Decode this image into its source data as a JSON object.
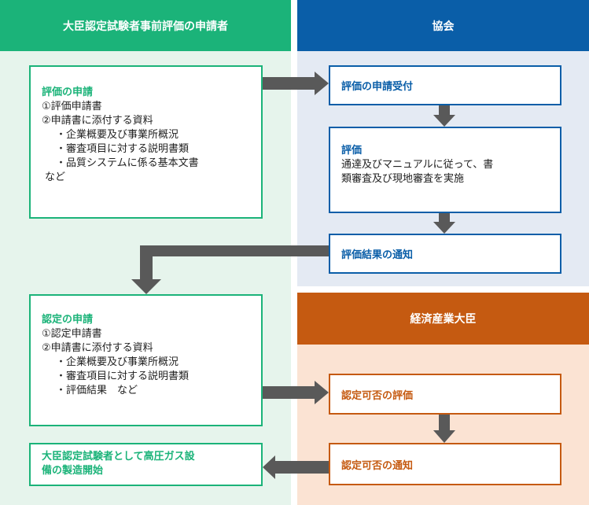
{
  "headers": {
    "applicant": "大臣認定試験者事前評価の申請者",
    "association": "協会",
    "minister": "経済産業大臣"
  },
  "eval_application": {
    "title": "評価の申請",
    "lines": [
      "①評価申請書",
      "②申請書に添付する資料"
    ],
    "items": [
      "・企業概要及び事業所概況",
      "・審査項目に対する説明書類",
      "・品質システムに係る基本文書"
    ],
    "tail": "など"
  },
  "association_boxes": {
    "receipt": "評価の申請受付",
    "evaluation_title": "評価",
    "evaluation_lines": [
      "通達及びマニュアルに従って、書",
      "類審査及び現地審査を実施"
    ],
    "result_notice": "評価結果の通知"
  },
  "cert_application": {
    "title": "認定の申請",
    "lines": [
      "①認定申請書",
      "②申請書に添付する資料"
    ],
    "items": [
      "・企業概要及び事業所概況",
      "・審査項目に対する説明書類",
      "・評価結果　など"
    ]
  },
  "minister_boxes": {
    "assessment": "認定可否の評価",
    "notice": "認定可否の通知"
  },
  "final": {
    "lines": [
      "大臣認定試験者として高圧ガス設",
      "備の製造開始"
    ]
  },
  "colors": {
    "green": "#1bb379",
    "blue": "#0a5ea8",
    "orange": "#c55a11",
    "arrow": "#595959"
  }
}
